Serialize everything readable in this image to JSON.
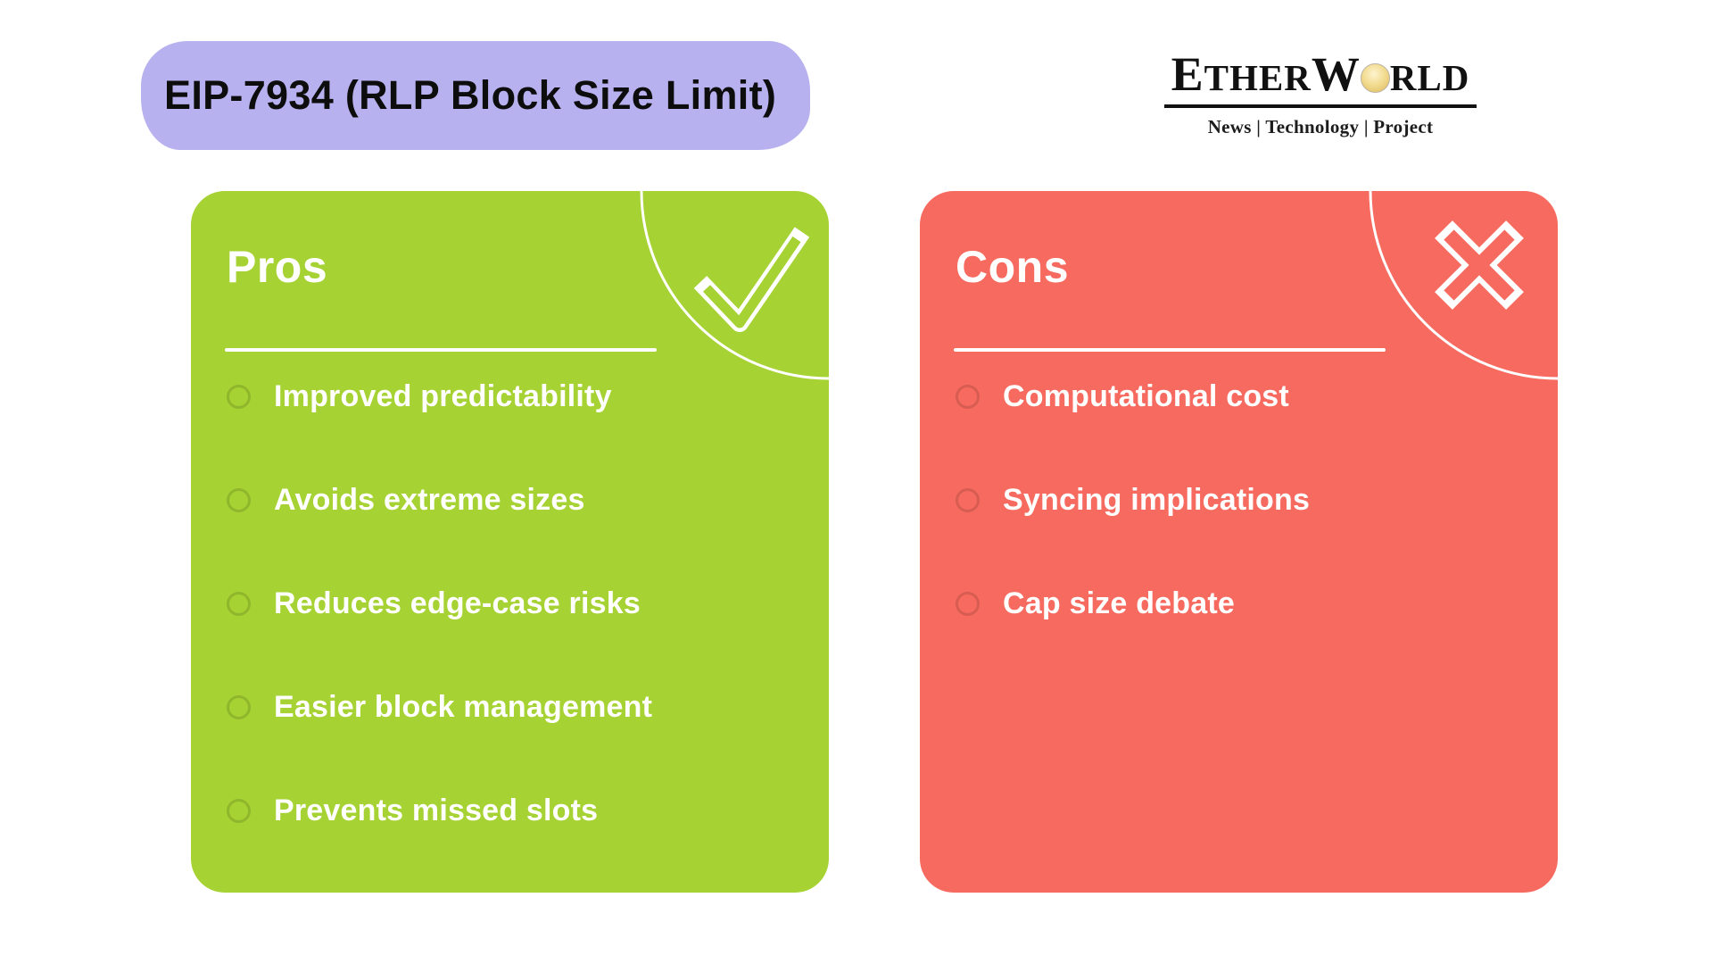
{
  "title": {
    "text": "EIP-7934 (RLP Block Size Limit)",
    "bg_color": "#b7b1ef"
  },
  "logo": {
    "cap1": "E",
    "mid1": "THER",
    "cap2": "W",
    "globe_icon": "globe-icon",
    "mid2": "RLD",
    "tagline": "News | Technology | Project"
  },
  "cards": {
    "pros": {
      "heading": "Pros",
      "color": "#a6d233",
      "icon": "check-icon",
      "items": [
        "Improved predictability",
        "Avoids extreme sizes",
        "Reduces edge-case risks",
        "Easier block management",
        "Prevents missed slots"
      ]
    },
    "cons": {
      "heading": "Cons",
      "color": "#f76a5f",
      "icon": "cross-icon",
      "items": [
        "Computational cost",
        "Syncing implications",
        "Cap size debate"
      ]
    }
  }
}
